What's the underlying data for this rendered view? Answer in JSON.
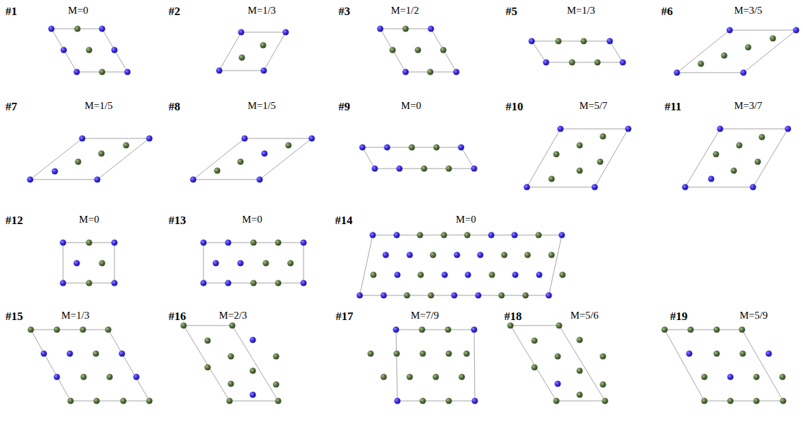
{
  "diagram": {
    "labels": [
      "#1",
      "M=0",
      "#2",
      "M=1/3",
      "#3",
      "M=1/2",
      "#5",
      "M=1/3",
      "#6",
      "M=3/5",
      "#7",
      "M=1/5",
      "#8",
      "M=1/5",
      "#9",
      "M=0",
      "#10",
      "M=5/7",
      "#11",
      "M=3/7",
      "#12",
      "M=0",
      "#13",
      "M=0",
      "#14",
      "M=0",
      "#15",
      "M=1/3",
      "#16",
      "M=2/3",
      "#17",
      "M=7/9",
      "#18",
      "M=5/6",
      "#19",
      "M=5/9"
    ]
  }
}
